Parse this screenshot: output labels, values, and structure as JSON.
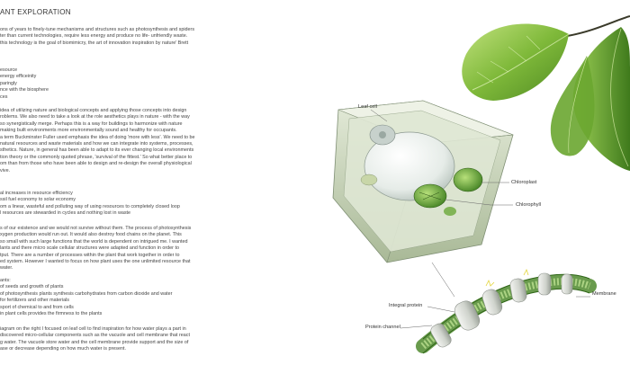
{
  "title": "ANT EXPLORATION",
  "intro": [
    "ons of years to finely-tune mechanisms and structures such as photosynthesis and spiders",
    "ter than current technologies, require less energy and produce no life- unfriendly waste.",
    "this technology is the goal of biomimicry, the art of innovation inspiration by nature' Brett"
  ],
  "list1": [
    "esource",
    "energy efficeinity",
    "paringly",
    "nce with the biosphere",
    "ces"
  ],
  "para1": [
    "idea of utilizing nature and biological concepts and applying those concepts into design",
    "roblems. We also need to take a look at the role aesthetics plays in nature - with the way",
    "so synergistically merge. Perhaps this is a way for buildings to harmonize with nature",
    "making built environments more environmentally sound and healthy for occupants.",
    "a term Buckminster Fuller used emphasis the idea of doing 'more with less'. We need to be",
    "natural resources and waste materials and how we can integrate into systems, processes,",
    "sthetics.  Nature, in general has been able to adapt to its ever changing local environments",
    "tion theory or the commonly quoted phrase, 'survival of the fittest.' So what better place to",
    "om than from those who have been able to design and re-design the overall physiological",
    "vive."
  ],
  "list2": [
    "al increases in resource efficiency",
    "ssil fuel economy to solar economy",
    "om a linear, wasteful and polluting way of using resources to completely closed loop",
    "l resources are stewarded in cycles and nothing lost in waste"
  ],
  "para2": [
    "s of our existence and we would not survive without them. The process of photosynthesis",
    "xygen production would run out. It would also destroy food chains on the planet. This",
    "so small with such large functions that the world is dependent on intrigued me. I wanted",
    "lants and there micro scale cellular structures were adapted and function in order to",
    "tput. There are a number of processes within the plant that work together in order to",
    "ed system.  However I wanted to focus on how plant uses the one unlimited resource that",
    "water."
  ],
  "list3": [
    "ants:",
    "of seeds and growth of plants",
    "of photosynthesis plants synthesis carbohydrates from carbon dioxide and water",
    "for fertilizers and other materials",
    "sport of chemical to and from cells",
    "in plant cells provides the firmness to the plants"
  ],
  "para3": [
    "iagram on the right I focused on leaf cell to find inspiration for how water plays a part in",
    "discovered micro-cellular components such as the vacuole and cell membrane that react",
    "g water. The vacuole store water and the cell membrane provide support and the size of",
    "ase or decrease depending on how much water is present."
  ],
  "labels": {
    "leaf_cell": "Leaf cell",
    "chloroplast": "Chloroplast",
    "chlorophyll": "Chlorophyll",
    "membrane": "Membrane",
    "integral_protein": "Integral protein",
    "protein_channel": "Protein channel"
  },
  "colors": {
    "leaf_green": "#6fae2e",
    "leaf_light": "#a8d46a",
    "cell_wall": "#c9d6b8",
    "membrane_green": "#5f9a3a",
    "protein_grey": "#d6dad6"
  }
}
